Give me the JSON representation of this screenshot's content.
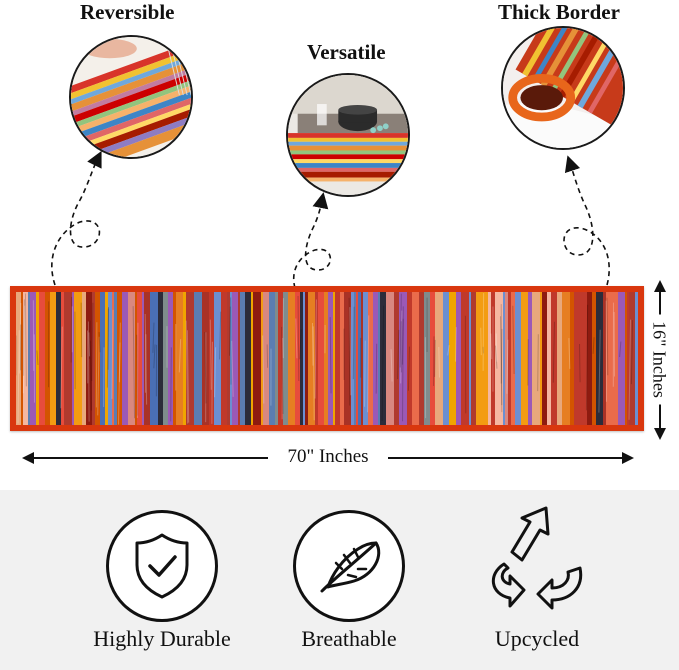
{
  "features": {
    "reversible": "Reversible",
    "versatile": "Versatile",
    "thick_border": "Thick Border"
  },
  "dimensions": {
    "width_label": "70\" Inches",
    "height_label": "16\" Inches"
  },
  "benefits": [
    {
      "label": "Highly Durable",
      "icon": "shield-check-icon"
    },
    {
      "label": "Breathable",
      "icon": "feather-icon"
    },
    {
      "label": "Upcycled",
      "icon": "recycle-arrows-icon"
    }
  ],
  "colors": {
    "border": "#d9370e",
    "rug_base": "#b81d12",
    "panel": "#f1f1f1"
  }
}
